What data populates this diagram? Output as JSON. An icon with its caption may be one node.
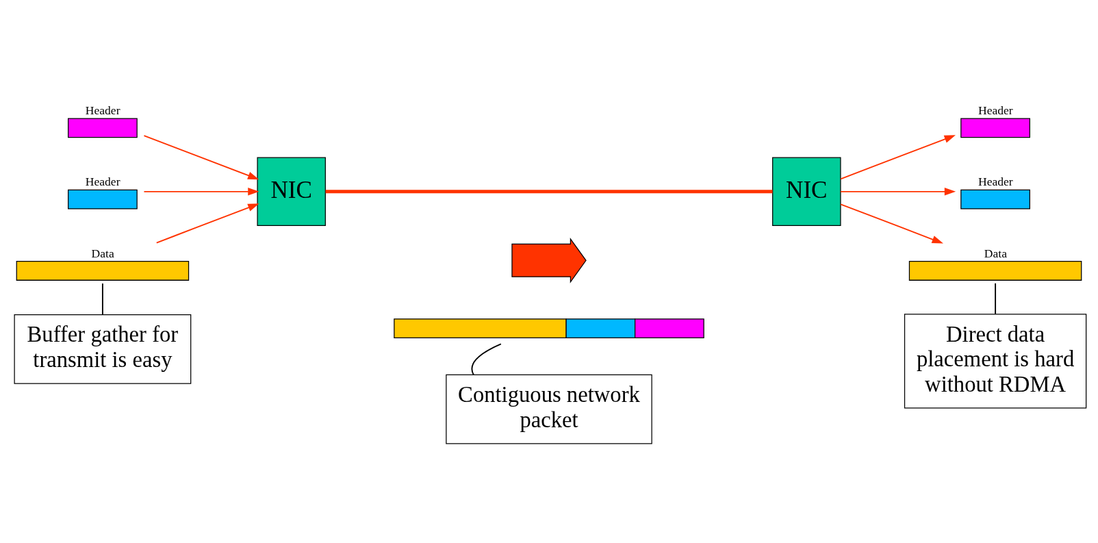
{
  "diagram": {
    "nodes": [
      {
        "text": [
          "Header"
        ]
      },
      {
        "text": [
          "Header"
        ]
      },
      {
        "text": [
          "Data"
        ]
      },
      {
        "text": [
          "NIC"
        ]
      },
      {
        "text": [],
        "shape": "arrow"
      },
      {
        "text": [
          "NIC"
        ]
      },
      {
        "text": [
          "Header"
        ]
      },
      {
        "text": [
          "Header"
        ]
      },
      {
        "text": [
          "Data"
        ]
      },
      {
        "text": [],
        "shape": "bar"
      },
      {
        "text": [
          "Buffer gather for transmit is easy"
        ]
      },
      {
        "text": [
          "Contiguous network packet"
        ]
      },
      {
        "text": [
          "Direct data placement is hard without RDMA"
        ]
      }
    ],
    "edges": [
      {
        "from": 0,
        "to": 3,
        "arrow": "to"
      },
      {
        "from": 1,
        "to": 3,
        "arrow": "to"
      },
      {
        "from": 2,
        "to": 3,
        "arrow": "to"
      },
      {
        "from": 3,
        "to": 5,
        "arrow": "none",
        "style": "thick"
      },
      {
        "from": 5,
        "to": 6,
        "arrow": "to"
      },
      {
        "from": 5,
        "to": 7,
        "arrow": "to"
      },
      {
        "from": 5,
        "to": 8,
        "arrow": "to"
      },
      {
        "from": 10,
        "to": 2,
        "arrow": "none",
        "color": "#000000"
      },
      {
        "from": 11,
        "to": 9,
        "arrow": "none",
        "color": "#000000"
      },
      {
        "from": 12,
        "to": 8,
        "arrow": "none",
        "color": "#000000"
      }
    ]
  }
}
